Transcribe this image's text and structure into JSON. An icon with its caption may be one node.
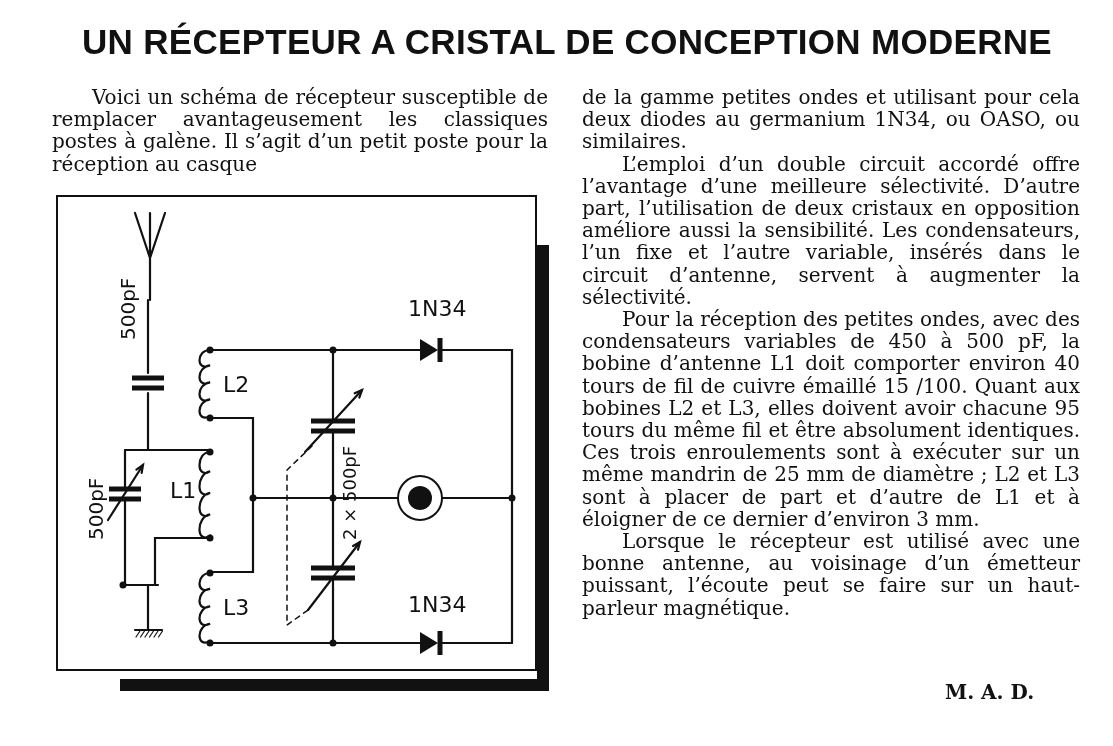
{
  "diagram": {
    "title": "UN RÉCEPTEUR A CRISTAL DE CONCEPTION MODERNE",
    "labels": [
      "Voici un schéma de récepteur susceptible de remplacer avantageusement les classiques postes à galène. Il s’agit d’un petit poste pour la réception au casque",
      "500pF",
      "1N34",
      "L2",
      "L1",
      "500pF",
      "2 × 500pF",
      "L3",
      "1N34",
      "de la gamme petites ondes et utilisant pour cela deux diodes au germanium 1N34, ou OASO, ou similaires.",
      "L’emploi d’un double circuit accordé offre l’avantage d’une meilleure sélectivité. D’autre part, l’utilisation de deux cristaux en opposition améliore aussi la sensibilité. Les condensateurs, l’un fixe et l’autre variable, insérés dans le circuit d’antenne, servent à augmenter la sélectivité.",
      "Pour la réception des petites ondes, avec des condensateurs variables de 450 à 500 pF, la bobine d’antenne L1 doit comporter environ 40 tours de fil de cuivre émaillé 15 /100. Quant aux bobines L2 et L3, elles doivent avoir chacune 95 tours du même fil et être absolument identiques. Ces trois enroulements sont à exécuter sur un même mandrin de 25 mm de diamètre ; L2 et L3 sont à placer de part et d’autre de L1 et à éloigner de ce dernier d’environ 3 mm.",
      "Lorsque le récepteur est utilisé avec une bonne antenne, au voisinage d’un émetteur puissant, l’écoute peut se faire sur un haut-parleur magnétique.",
      "M. A. D."
    ]
  }
}
